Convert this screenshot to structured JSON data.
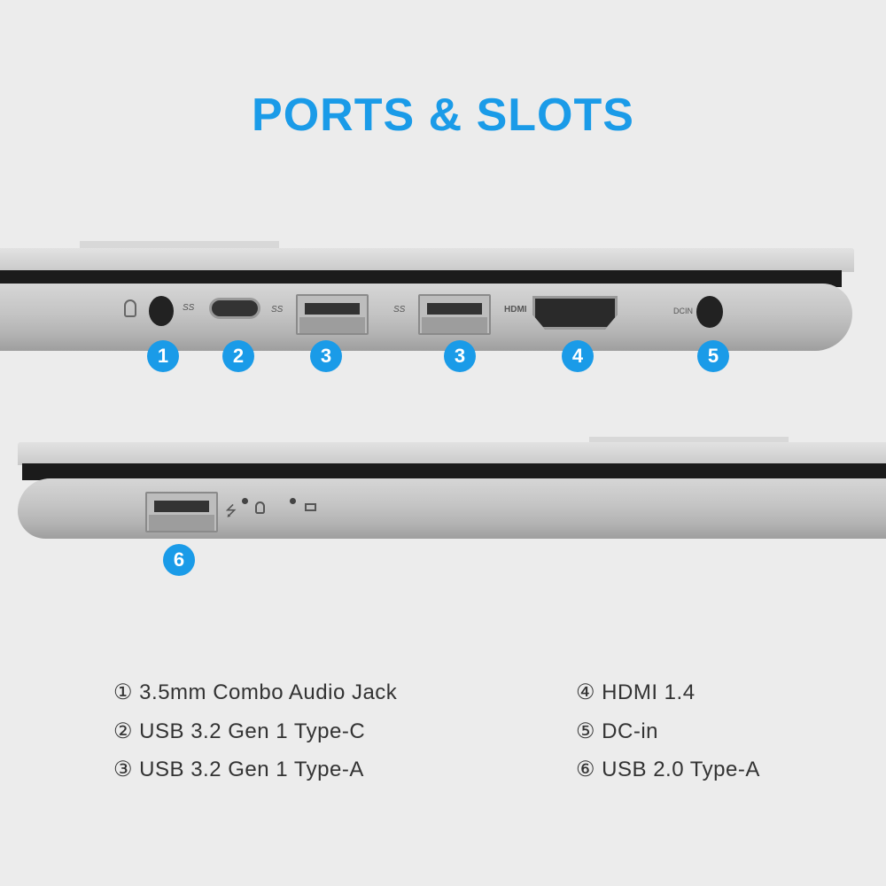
{
  "title": "PORTS & SLOTS",
  "port_labels": {
    "ss1": "SS",
    "ss2": "SS",
    "ss3": "SS",
    "hdmi": "HDMI",
    "dcin": "DCIN"
  },
  "badges": [
    "1",
    "2",
    "3",
    "3",
    "4",
    "5",
    "6"
  ],
  "legend_left": [
    "① 3.5mm Combo Audio Jack",
    "② USB 3.2 Gen 1 Type-C",
    "③ USB 3.2 Gen 1 Type-A"
  ],
  "legend_right": [
    "④ HDMI 1.4",
    "⑤ DC-in",
    "⑥ USB 2.0 Type-A"
  ],
  "colors": {
    "accent": "#1a9be8",
    "background": "#ececec"
  }
}
